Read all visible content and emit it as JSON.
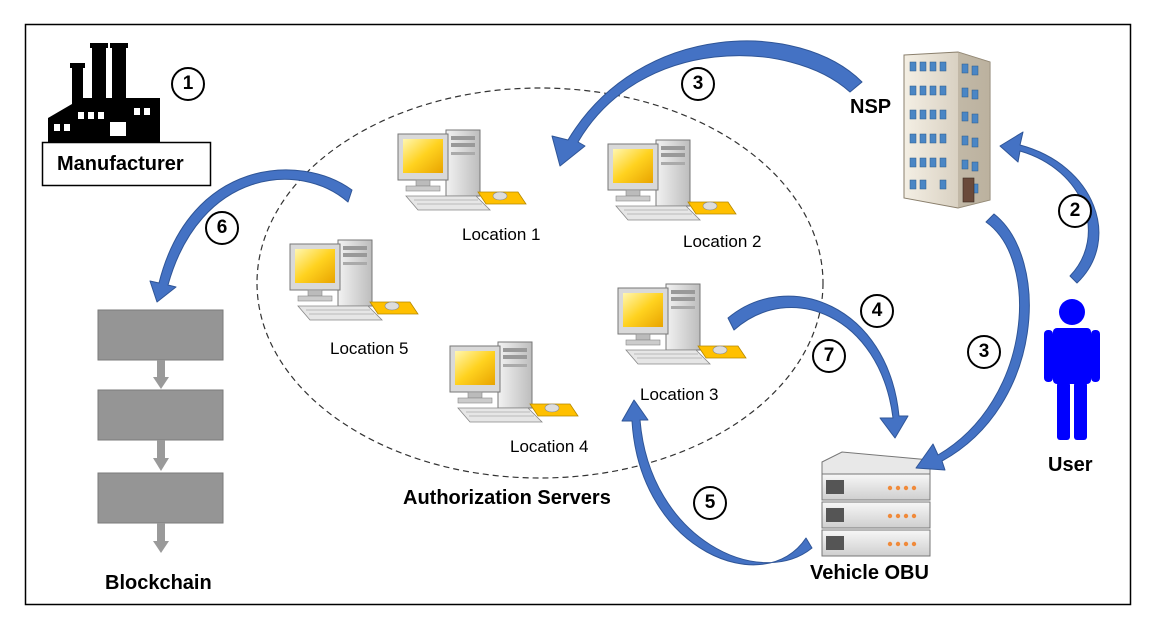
{
  "entities": {
    "manufacturer": "Manufacturer",
    "nsp": "NSP",
    "user": "User",
    "vehicle_obu": "Vehicle OBU",
    "blockchain": "Blockchain",
    "authorization_servers": "Authorization Servers"
  },
  "locations": [
    "Location 1",
    "Location 2",
    "Location 3",
    "Location 4",
    "Location 5"
  ],
  "steps": [
    "1",
    "2",
    "3",
    "3",
    "4",
    "5",
    "6",
    "7"
  ],
  "colors": {
    "arrow": "#4472c4",
    "user_figure": "#0000ff",
    "block": "#959595",
    "screen": "#ffd21f"
  },
  "icons": {
    "manufacturer": "factory-icon",
    "nsp": "office-building-icon",
    "user": "person-icon",
    "vehicle_obu": "server-rack-icon",
    "location": "desktop-computer-icon"
  }
}
